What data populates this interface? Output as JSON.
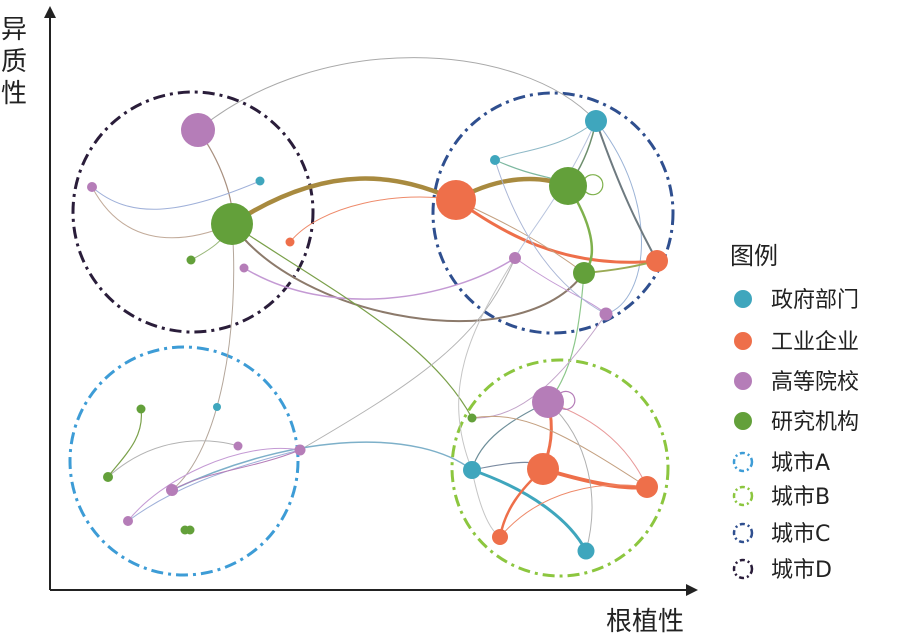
{
  "axes": {
    "y_label_chars": [
      "异",
      "质",
      "性"
    ],
    "x_label": "根植性"
  },
  "legend": {
    "title": "图例",
    "node_types": [
      {
        "id": "gov",
        "label": "政府部门",
        "color": "#3fa6bd"
      },
      {
        "id": "ind",
        "label": "工业企业",
        "color": "#ee6f4a"
      },
      {
        "id": "uni",
        "label": "高等院校",
        "color": "#b57db8"
      },
      {
        "id": "res",
        "label": "研究机构",
        "color": "#63a03a"
      }
    ],
    "cities": [
      {
        "id": "A",
        "label": "城市A",
        "color": "#3d9cd6"
      },
      {
        "id": "B",
        "label": "城市B",
        "color": "#8cc63f"
      },
      {
        "id": "C",
        "label": "城市C",
        "color": "#2f4f8f"
      },
      {
        "id": "D",
        "label": "城市D",
        "color": "#2a1d3a"
      }
    ]
  }
}
